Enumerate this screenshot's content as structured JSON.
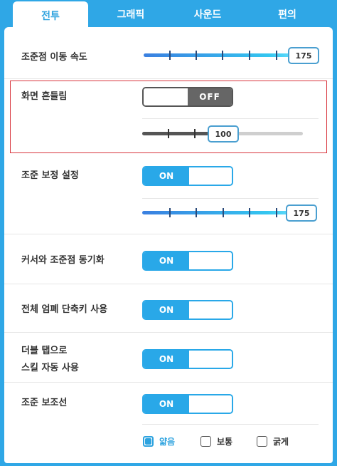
{
  "tabs": [
    {
      "label": "전투",
      "active": true
    },
    {
      "label": "그래픽",
      "active": false
    },
    {
      "label": "사운드",
      "active": false
    },
    {
      "label": "편의",
      "active": false
    }
  ],
  "settings": {
    "aim_speed": {
      "label": "조준점 이동 속도",
      "value": "175",
      "fraction": 1.0
    },
    "screen_shake": {
      "label": "화면 흔들림",
      "toggle": "OFF",
      "value": "100",
      "fraction": 0.5
    },
    "aim_correction": {
      "label": "조준 보정 설정",
      "toggle": "ON",
      "value": "175",
      "fraction": 1.0
    },
    "cursor_sync": {
      "label": "커서와 조준점 동기화",
      "toggle": "ON"
    },
    "cover_shortcut": {
      "label": "전체 엄폐 단축키 사용",
      "toggle": "ON"
    },
    "double_tap": {
      "label_line1": "더블 탭으로",
      "label_line2": "스킬 자동 사용",
      "toggle": "ON"
    },
    "aim_guide": {
      "label": "조준 보조선",
      "toggle": "ON",
      "options": [
        {
          "label": "얇음",
          "selected": true
        },
        {
          "label": "보통",
          "selected": false
        },
        {
          "label": "굵게",
          "selected": false
        }
      ]
    }
  },
  "colors": {
    "accent": "#2ea3df",
    "highlight_border": "#d9363e"
  }
}
